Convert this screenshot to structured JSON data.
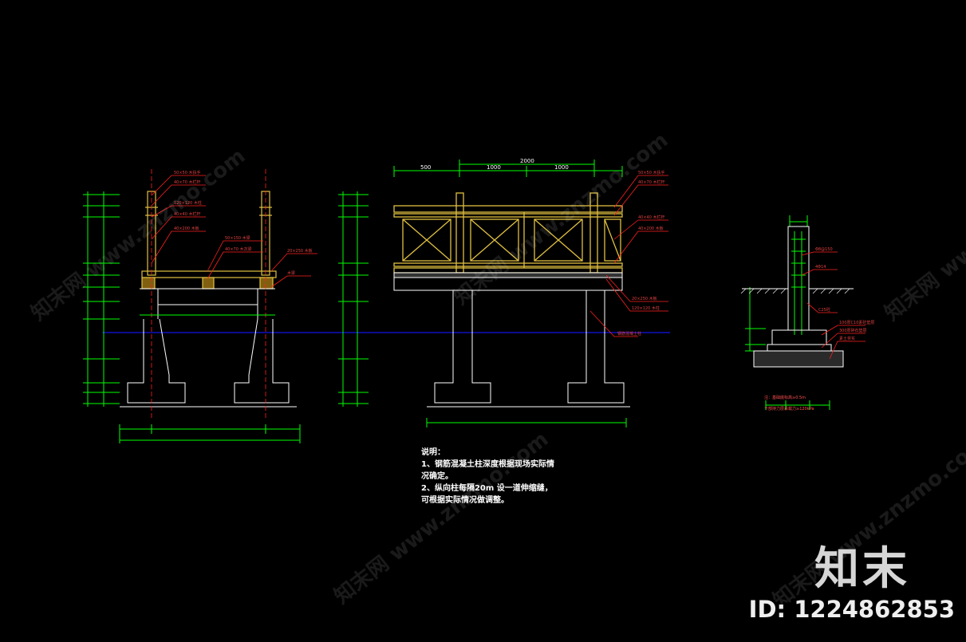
{
  "drawing": {
    "background": "#000000",
    "colors": {
      "structure": "#ffffff",
      "railing": "#e0c040",
      "dimension": "#00ff00",
      "leader": "#ff2020",
      "waterline": "#1010c0",
      "text": "#ffffff"
    },
    "top_dimensions": {
      "overall": "2000",
      "left": "500",
      "mid1": "1000",
      "mid2": "1000"
    },
    "left_elevation_labels": [
      "50×50 木扶手",
      "40×70 木栏杆",
      "120×120 木柱",
      "40×40 木栏杆",
      "40×200 木板",
      "50×150 木梁",
      "40×70 木次梁",
      "20×250 木板",
      "木梁"
    ],
    "front_elevation_labels": [
      "50×50 木扶手",
      "40×70 木栏杆",
      "40×40 木栏杆",
      "40×200 木板",
      "20×250 木板",
      "120×120 木柱",
      "钢筋混凝土柱"
    ],
    "detail_labels": [
      "Φ8@150",
      "4Φ14",
      "C25砼",
      "100厚C10素砼垫层",
      "300厚碎石垫层",
      "素土夯实",
      "注：基础底标高≥0.5m",
      "下部持力层承载力≥120kPa"
    ]
  },
  "notes": {
    "heading": "说明：",
    "line1": "1、钢筋混凝土柱深度根据现场实际情",
    "line1b": "况确定。",
    "line2": "2、纵向柱每隔20m 设一道伸缩缝，",
    "line2b": "可根据实际情况做调整。"
  },
  "brand": {
    "logo_text": "知末",
    "id_label": "ID: 1224862853",
    "watermark": "知末网 www.znzmo.com"
  }
}
